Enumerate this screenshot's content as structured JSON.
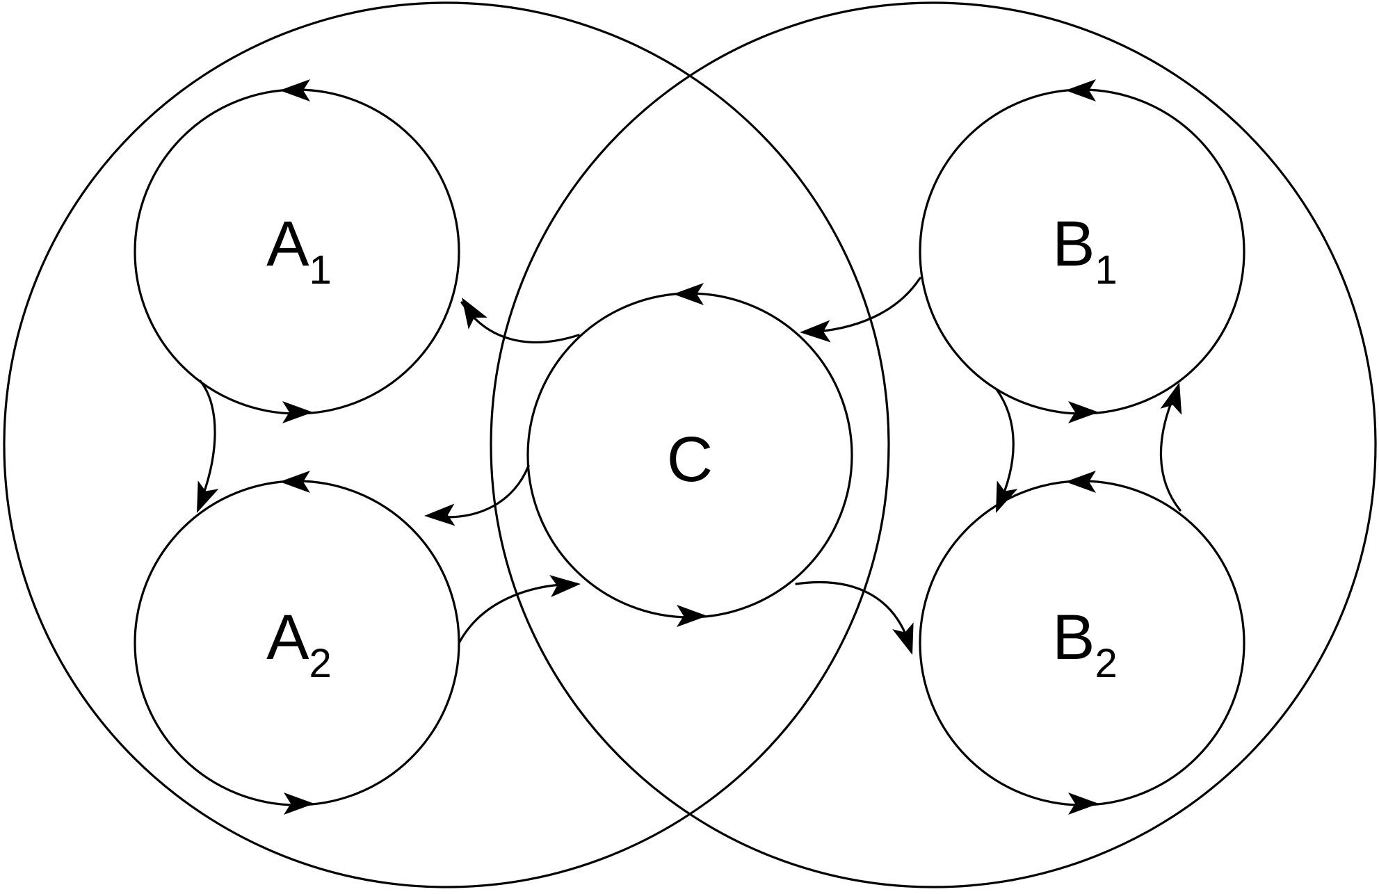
{
  "colors": {
    "stroke": "#000000",
    "background": "#ffffff"
  },
  "nodes": {
    "a1": {
      "letter": "A",
      "sub": "1"
    },
    "a2": {
      "letter": "A",
      "sub": "2"
    },
    "c": {
      "letter": "C",
      "sub": ""
    },
    "b1": {
      "letter": "B",
      "sub": "1"
    },
    "b2": {
      "letter": "B",
      "sub": "2"
    }
  }
}
